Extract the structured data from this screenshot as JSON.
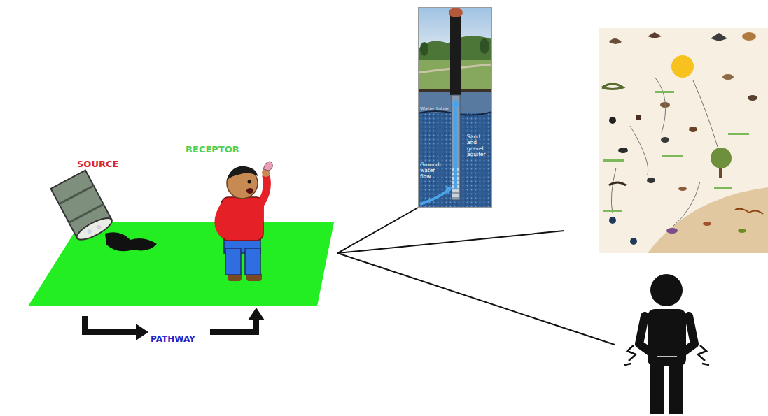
{
  "diagram": {
    "nodes": [
      {
        "text": [
          "SOURCE",
          "RECEPTOR",
          "PATHWAY"
        ]
      },
      {
        "text": [
          "Water table",
          "Sand and gravel aquifer",
          "Ground-water flow"
        ]
      }
    ],
    "edges": [
      {
        "from": 0,
        "to": 1,
        "arrow": "none"
      }
    ]
  }
}
